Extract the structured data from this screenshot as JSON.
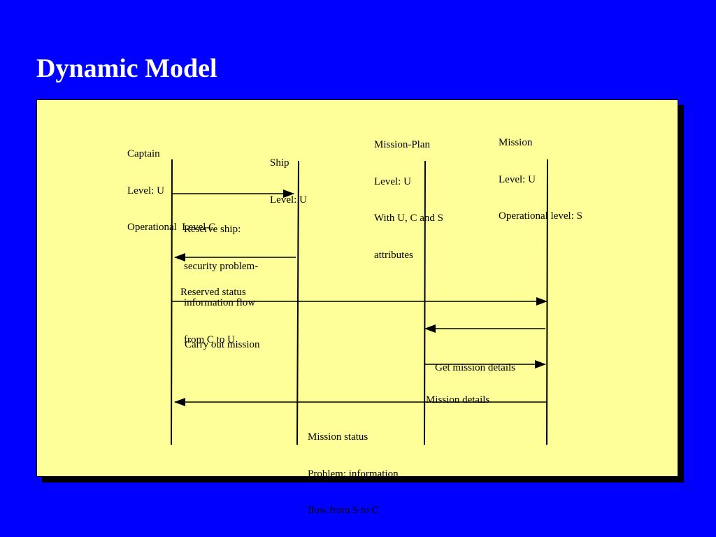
{
  "slide": {
    "title": "Dynamic Model"
  },
  "colors": {
    "background": "#0000ff",
    "panel": "#ffff99",
    "shadow": "#000000",
    "line": "#000000",
    "title_text": "#ffffff"
  },
  "participants": [
    {
      "id": "captain",
      "lines": [
        "Captain",
        "Level: U",
        "Operational  Level C"
      ]
    },
    {
      "id": "ship",
      "lines": [
        "Ship",
        "Level: U"
      ]
    },
    {
      "id": "mission-plan",
      "lines": [
        "Mission-Plan",
        "Level: U",
        "With U, C and S",
        "attributes"
      ]
    },
    {
      "id": "mission",
      "lines": [
        "Mission",
        "Level: U",
        "Operational level: S"
      ]
    }
  ],
  "messages": [
    {
      "id": "reserve-ship",
      "from": "captain",
      "to": "ship",
      "lines": [
        "Reserve ship:",
        "security problem-",
        "information flow",
        "from C to U"
      ]
    },
    {
      "id": "reserved-status",
      "from": "ship",
      "to": "captain",
      "lines": [
        "Reserved status"
      ]
    },
    {
      "id": "carry-out-mission",
      "from": "captain",
      "to": "mission",
      "lines": [
        "Carry out mission"
      ]
    },
    {
      "id": "get-mission-details",
      "from": "mission",
      "to": "mission-plan",
      "lines": [
        "Get mission details"
      ]
    },
    {
      "id": "mission-details",
      "from": "mission-plan",
      "to": "mission",
      "lines": [
        "Mission details"
      ]
    },
    {
      "id": "mission-status",
      "from": "mission",
      "to": "captain",
      "lines": [
        "Mission status",
        "Problem: information",
        "flow from S to C"
      ]
    }
  ]
}
